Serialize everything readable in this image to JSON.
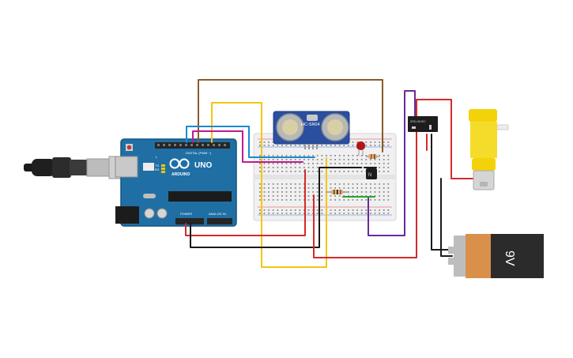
{
  "canvas": {
    "background": "#ffffff"
  },
  "arduino": {
    "board_label": "UNO",
    "brand_label": "ARDUINO",
    "digital_header_label": "DIGITAL (PWM ~)",
    "power_header_label": "POWER",
    "analog_header_label": "ANALOG IN",
    "tx_label": "TX",
    "rx_label": "RX",
    "l_label": "L",
    "board_color": "#1f6fa5"
  },
  "sensor": {
    "label": "HC-SR04",
    "board_color": "#2a4fa0"
  },
  "relay": {
    "label": "SRD-05VDC"
  },
  "battery": {
    "label": "9V"
  },
  "wire_colors": {
    "brown": "#8a5a2b",
    "yellow": "#f3c614",
    "blue": "#1a8ad0",
    "magenta": "#c2198f",
    "red": "#d42a2a",
    "black": "#1a1a1a",
    "purple": "#6a2a9a",
    "green": "#2aa52a"
  },
  "parts": {
    "led_color": "#b01818",
    "motor_color": "#f4d20b",
    "battery_body_color": "#d9904a",
    "battery_cap_color": "#2b2b2b"
  }
}
